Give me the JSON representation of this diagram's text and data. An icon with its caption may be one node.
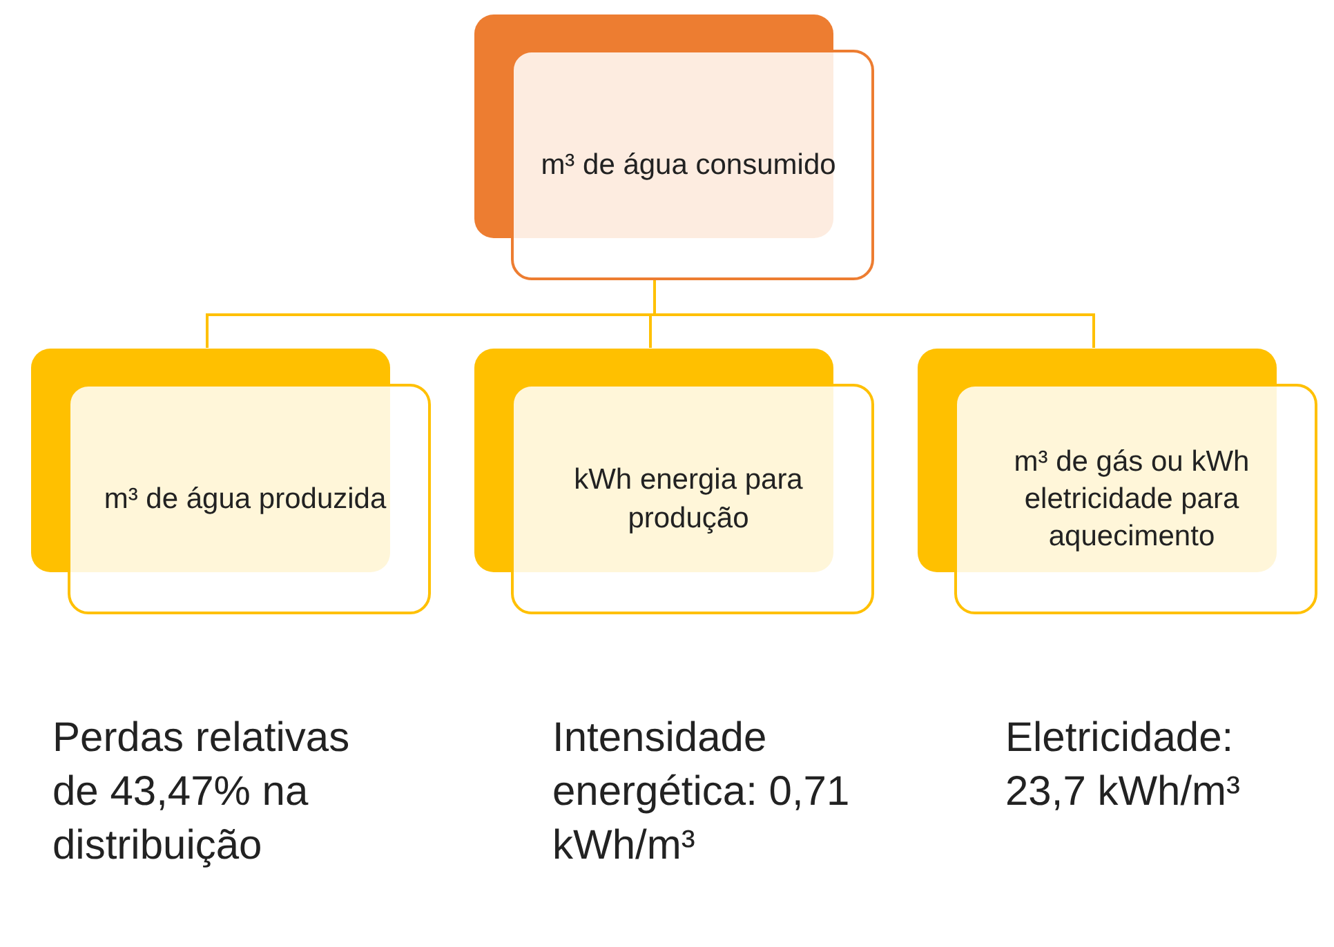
{
  "diagram": {
    "nodes": [
      {
        "text": [
          "m³ de água consumido"
        ]
      },
      {
        "text": [
          "m³ de água produzida"
        ],
        "beside": [
          "Perdas relativas de 43,47% na distribuição"
        ]
      },
      {
        "text": [
          "kWh energia para produção"
        ],
        "beside": [
          "Intensidade energética: 0,71 kWh/m³"
        ]
      },
      {
        "text": [
          "m³ de gás ou kWh eletricidade para aquecimento"
        ],
        "beside": [
          "Eletricidade: 23,7 kWh/m³"
        ]
      }
    ],
    "edges": [
      {
        "from": 0,
        "to": 1,
        "arrow": "none"
      },
      {
        "from": 0,
        "to": 2,
        "arrow": "none"
      },
      {
        "from": 0,
        "to": 3,
        "arrow": "none"
      }
    ]
  }
}
